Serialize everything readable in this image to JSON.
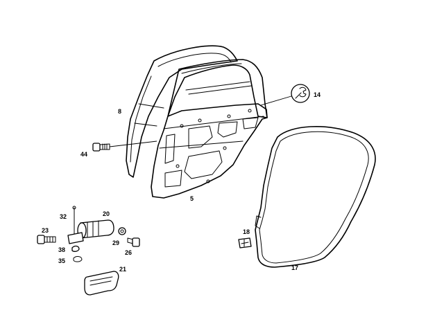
{
  "callouts": {
    "c8": "8",
    "c14": "14",
    "c44": "44",
    "c5": "5",
    "c20": "20",
    "c32": "32",
    "c23": "23",
    "c29": "29",
    "c26": "26",
    "c38": "38",
    "c35": "35",
    "c21": "21",
    "c18": "18",
    "c17": "17"
  }
}
